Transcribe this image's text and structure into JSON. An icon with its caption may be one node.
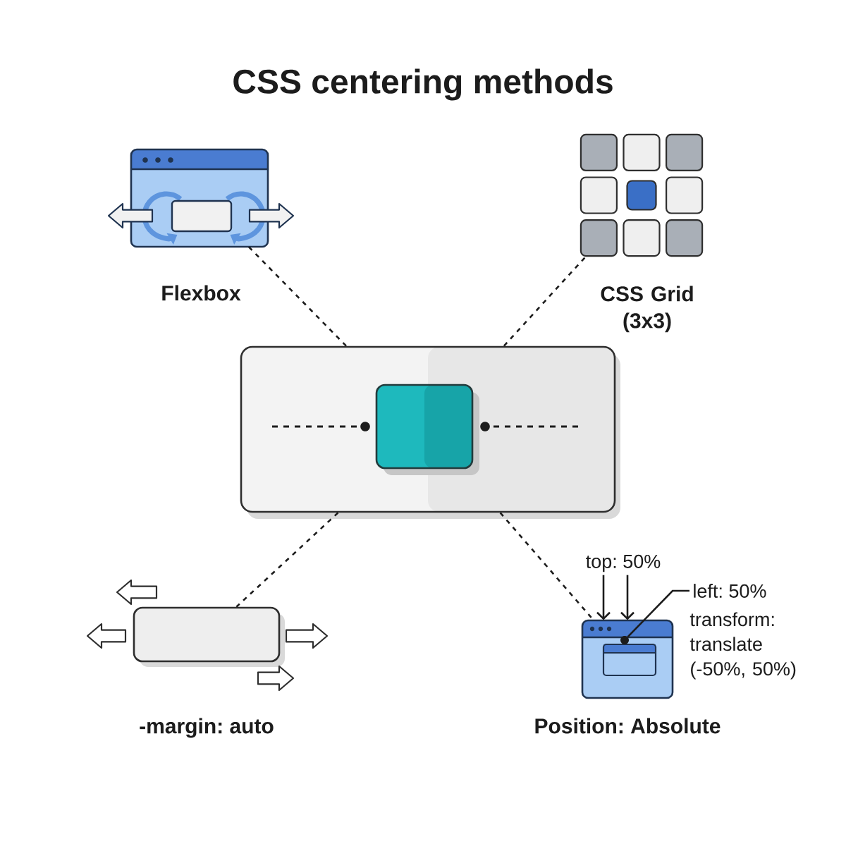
{
  "diagram": {
    "title": "CSS centering methods",
    "nodes": [
      {
        "text": [],
        "shape": "picture",
        "beside": [
          "Flexbox"
        ]
      },
      {
        "text": [],
        "shape": "picture",
        "beside": [
          "CSS Grid (3x3)"
        ]
      },
      {
        "text": [],
        "shape": "box"
      },
      {
        "text": [],
        "shape": "box",
        "in": 2
      },
      {
        "text": [],
        "shape": "box",
        "beside": [
          "-margin: auto"
        ]
      },
      {
        "text": [
          "top: 50%"
        ]
      },
      {
        "text": [
          "left: 50%"
        ]
      },
      {
        "text": [],
        "shape": "picture",
        "beside": [
          "Position: Absolute"
        ]
      },
      {
        "text": [],
        "shape": "circle",
        "in": 7
      }
    ],
    "edges": [
      {
        "from": 2,
        "to": 0,
        "arrow": "none",
        "style": "dashed"
      },
      {
        "from": 2,
        "to": 1,
        "arrow": "none",
        "style": "dashed"
      },
      {
        "from": 2,
        "to": 4,
        "arrow": "none",
        "style": "dashed"
      },
      {
        "from": 2,
        "to": 7,
        "arrow": "none",
        "style": "dashed"
      },
      {
        "from": 5,
        "to": 7,
        "arrow": "to"
      },
      {
        "from": 5,
        "to": 7,
        "arrow": "to"
      },
      {
        "from": 6,
        "to": 8,
        "arrow": "none"
      }
    ],
    "labels": [
      "transform: translate (-50%, 50%)"
    ]
  }
}
